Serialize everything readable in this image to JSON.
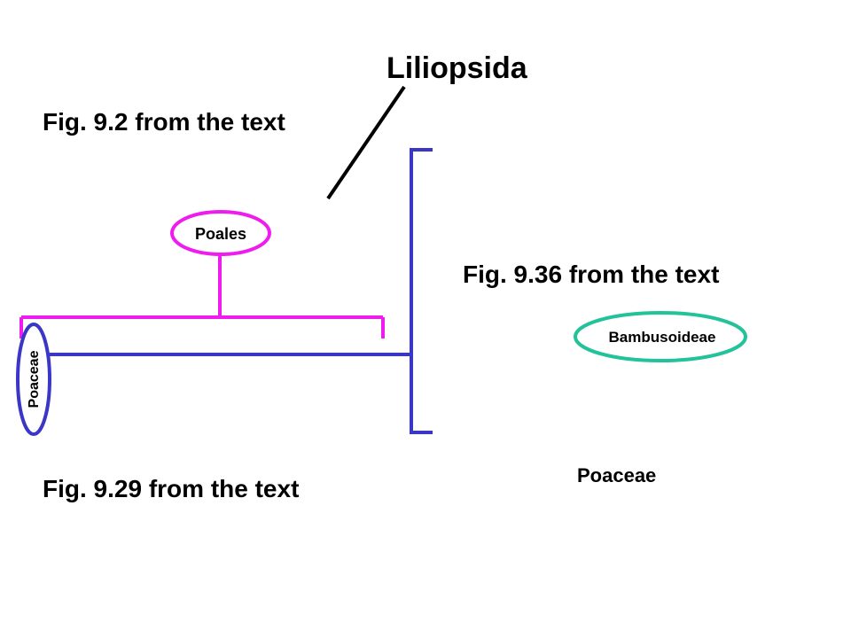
{
  "title": "Liliopsida",
  "figures": {
    "fig_9_2": "Fig. 9.2 from the text",
    "fig_9_36": "Fig. 9.36 from the text",
    "fig_9_29": "Fig. 9.29 from the text"
  },
  "nodes": {
    "poales": "Poales",
    "poaceae_vertical": "Poaceae",
    "bambusoideae": "Bambusoideae",
    "poaceae_bottom": "Poaceae"
  },
  "colors": {
    "magenta": "#ee1cee",
    "navy": "#3a36c6",
    "teal": "#22c39a",
    "black": "#000000"
  }
}
